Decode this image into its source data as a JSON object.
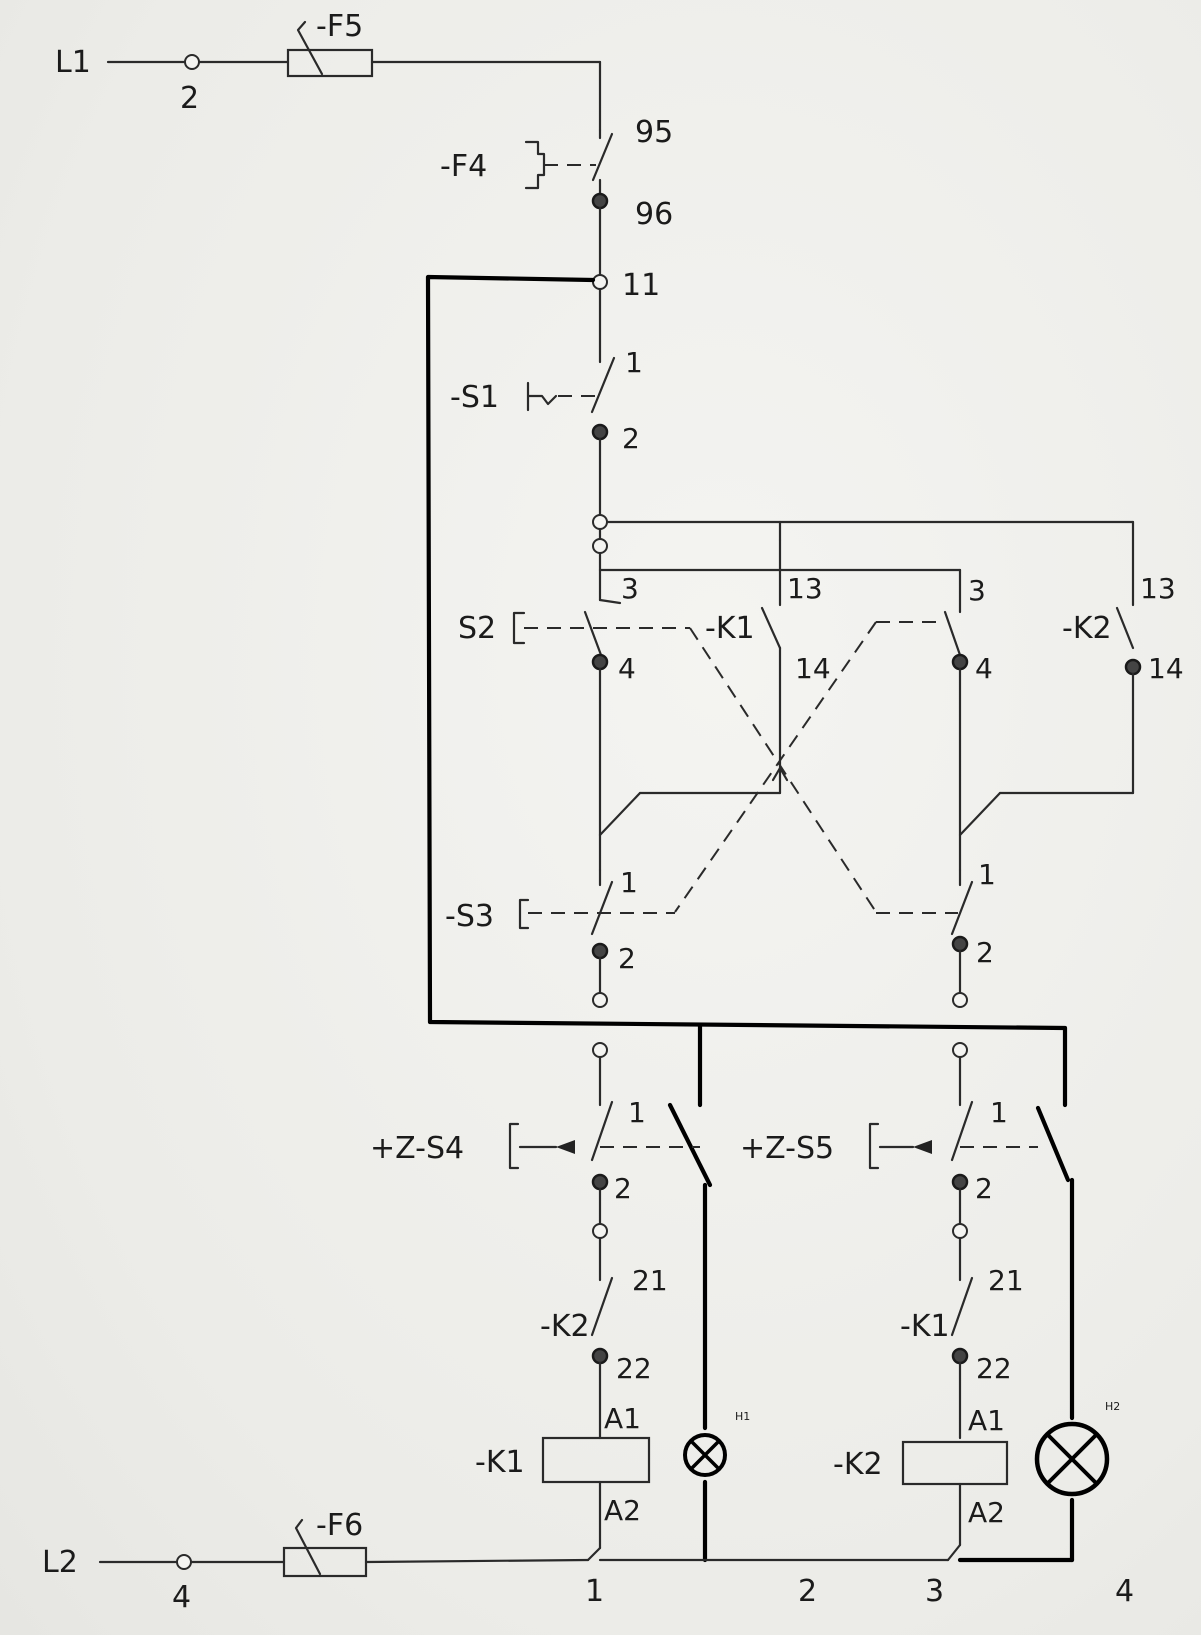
{
  "supply": {
    "l1": "L1",
    "l2": "L2",
    "l1_terminal": "2",
    "l2_terminal": "4"
  },
  "devices": {
    "f5": "-F5",
    "f6": "-F6",
    "f4": "-F4",
    "s1": "-S1",
    "s2": "S2",
    "s3": "-S3",
    "s4": "+Z-S4",
    "s5": "+Z-S5",
    "k1": "-K1",
    "k2": "-K2",
    "h1": "H1",
    "h2": "H2"
  },
  "terminals": {
    "f4_in": "95",
    "f4_out": "96",
    "node_11": "11",
    "s1_in": "1",
    "s1_out": "2",
    "s2_in": "3",
    "s2_out": "4",
    "k1_no_in": "13",
    "k1_no_out": "14",
    "s2b_in": "3",
    "s2b_out": "4",
    "k2_no_in": "13",
    "k2_no_out": "14",
    "s3a_in": "1",
    "s3a_out": "2",
    "s3b_in": "1",
    "s3b_out": "2",
    "s4_in": "1",
    "s4_out": "2",
    "s5_in": "1",
    "s5_out": "2",
    "k2_nc_in": "21",
    "k2_nc_out": "22",
    "k1_nc_in": "21",
    "k1_nc_out": "22",
    "k1_coil_a1": "A1",
    "k1_coil_a2": "A2",
    "k2_coil_a1": "A1",
    "k2_coil_a2": "A2"
  },
  "bottom_terminals": [
    "1",
    "2",
    "3",
    "4"
  ],
  "colors": {
    "wire": "#2a2a2a",
    "added_wire": "#000000",
    "paper": "#f1f1ee"
  }
}
